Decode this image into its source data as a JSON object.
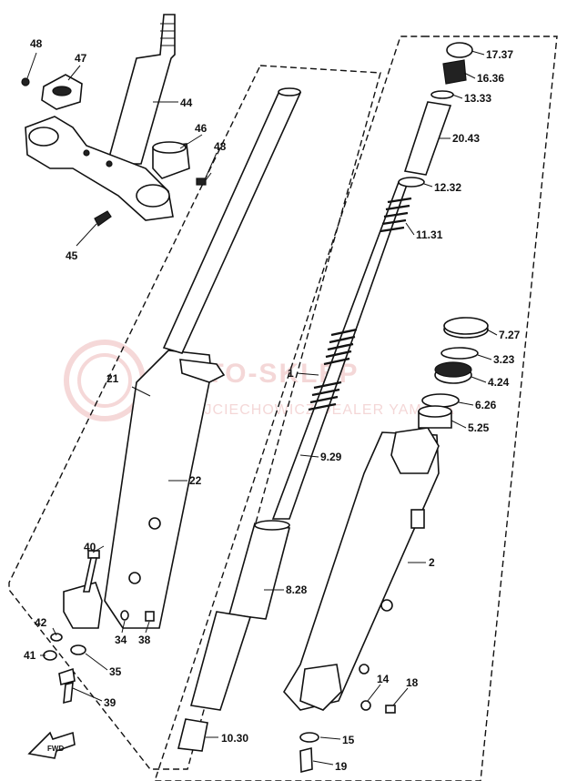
{
  "labels": {
    "l48a": "48",
    "l47": "47",
    "l44": "44",
    "l46": "46",
    "l48b": "48",
    "l45": "45",
    "l1737": "17.37",
    "l1636": "16.36",
    "l1333": "13.33",
    "l2043": "20.43",
    "l1232": "12.32",
    "l1131": "11.31",
    "l727": "7.27",
    "l323": "3.23",
    "l424": "4.24",
    "l626": "6.26",
    "l525": "5.25",
    "l1": "1",
    "l21": "21",
    "l22": "22",
    "l929": "9.29",
    "l2": "2",
    "l40": "40",
    "l828": "8.28",
    "l42": "42",
    "l34": "34",
    "l38": "38",
    "l41": "41",
    "l35": "35",
    "l39": "39",
    "l14": "14",
    "l18": "18",
    "l15": "15",
    "l1030": "10.30",
    "l19": "19",
    "fwd": "FWD"
  },
  "watermark": {
    "title": "MOTO-SKLEP",
    "subtitle": "WOJCIECHOWICZ DEALER YAMAHA"
  }
}
